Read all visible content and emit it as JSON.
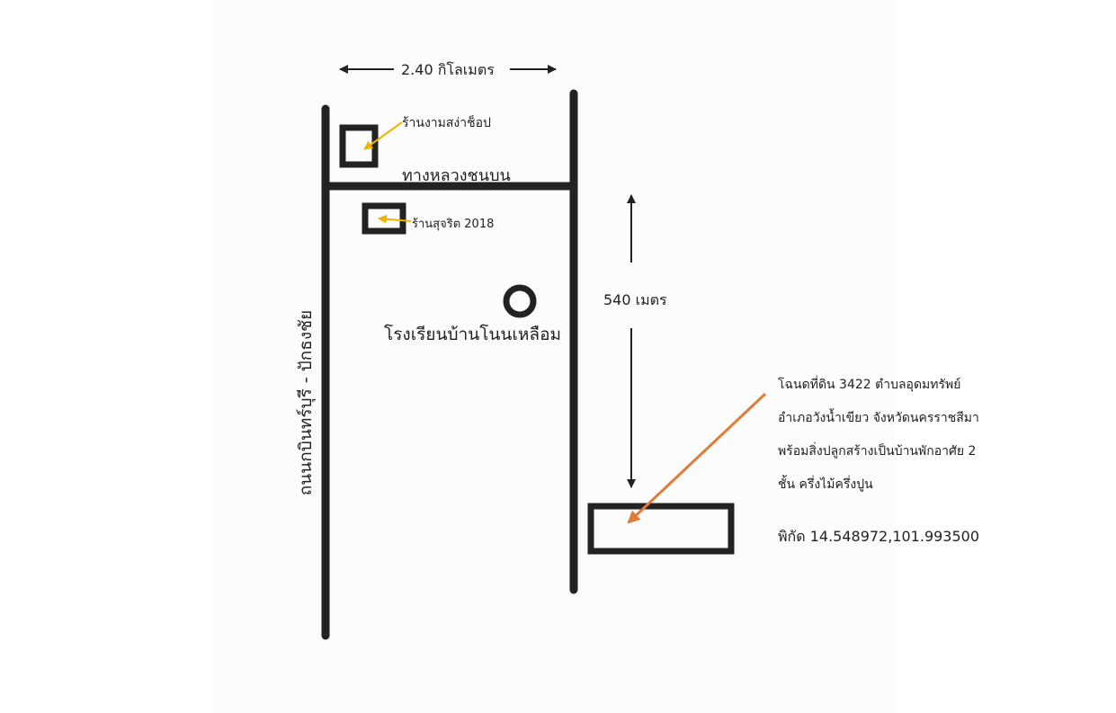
{
  "map": {
    "distance_top": "2.40 กิโลเมตร",
    "distance_side": "540 เมตร",
    "road_horizontal": "ทางหลวงชนบน",
    "road_vertical": "ถนนกบินทร์บุรี - ปักธงชัย",
    "shop_1": "ร้านงามสง่าช็อป",
    "shop_2": "ร้านสุจริต 2018",
    "school": "โรงเรียนบ้านโนนเหลือม",
    "description_lines": [
      "โฉนดที่ดิน 3422 ตำบลอุดมทรัพย์",
      "อำเภอวังน้ำเขียว จังหวัดนครราชสีมา",
      "พร้อมสิ่งปลูกสร้างเป็นบ้านพักอาศัย 2",
      "ชั้น ครึ่งไม้ครึ่งปูน"
    ],
    "coordinates": "พิกัด  14.548972,101.993500"
  },
  "colors": {
    "road": "#222222",
    "shop_arrow": "#f0b400",
    "property_arrow": "#e07b39",
    "paper": "#fcfcfc"
  }
}
